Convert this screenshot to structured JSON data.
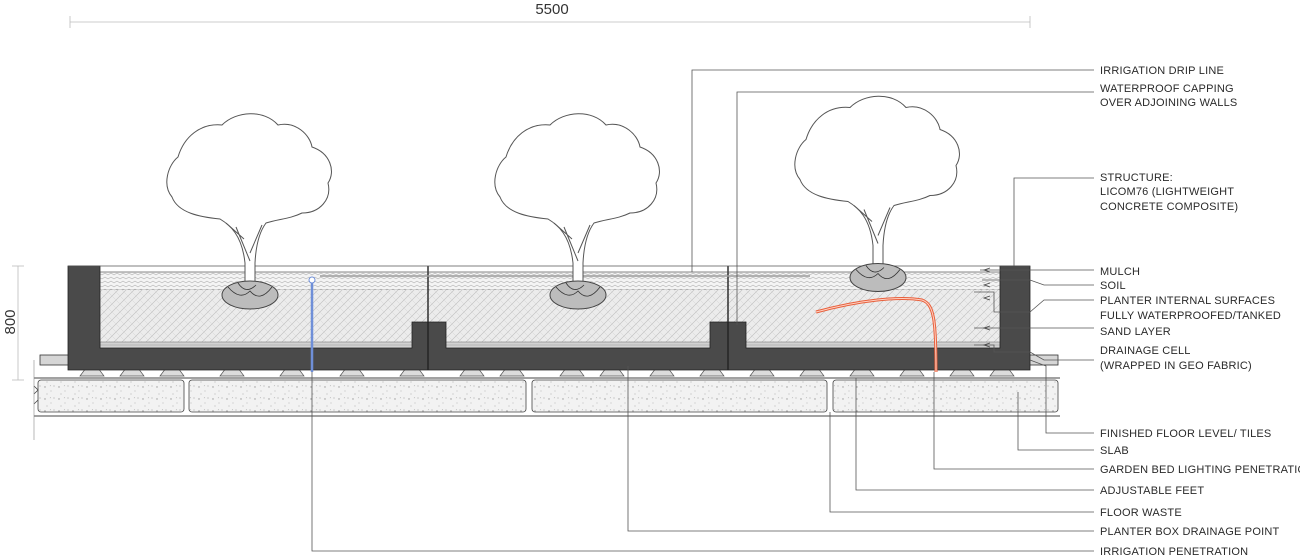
{
  "dimensions": {
    "width_label": "5500",
    "height_label": "800"
  },
  "callouts": [
    {
      "id": "irrigation-drip-line",
      "lines": [
        "IRRIGATION DRIP LINE"
      ]
    },
    {
      "id": "waterproof-capping",
      "lines": [
        "WATERPROOF CAPPING",
        "OVER ADJOINING WALLS"
      ]
    },
    {
      "id": "structure",
      "lines": [
        "STRUCTURE:",
        "LICOM76 (LIGHTWEIGHT",
        "CONCRETE COMPOSITE)"
      ]
    },
    {
      "id": "mulch",
      "lines": [
        "MULCH"
      ]
    },
    {
      "id": "soil",
      "lines": [
        "SOIL"
      ]
    },
    {
      "id": "planter-internal-surfaces",
      "lines": [
        "PLANTER INTERNAL SURFACES",
        "FULLY WATERPROOFED/TANKED"
      ]
    },
    {
      "id": "sand-layer",
      "lines": [
        "SAND LAYER"
      ]
    },
    {
      "id": "drainage-cell",
      "lines": [
        "DRAINAGE CELL",
        "(WRAPPED IN GEO FABRIC)"
      ]
    },
    {
      "id": "finished-floor-level",
      "lines": [
        "FINISHED FLOOR LEVEL/ TILES"
      ]
    },
    {
      "id": "slab",
      "lines": [
        "SLAB"
      ]
    },
    {
      "id": "garden-bed-lighting",
      "lines": [
        "GARDEN BED LIGHTING PENETRATION"
      ]
    },
    {
      "id": "adjustable-feet",
      "lines": [
        "ADJUSTABLE FEET"
      ]
    },
    {
      "id": "floor-waste",
      "lines": [
        "FLOOR WASTE"
      ]
    },
    {
      "id": "planter-box-drainage-point",
      "lines": [
        "PLANTER BOX DRAINAGE POINT"
      ]
    },
    {
      "id": "irrigation-penetration",
      "lines": [
        "IRRIGATION PENETRATION"
      ]
    }
  ],
  "colors": {
    "wall": "#4a4a4a",
    "lighting_conduit": "#e8603c",
    "irrigation_pipe": "#6f8fd8",
    "soil_fill": "#e9e9e9",
    "slab_fill": "#f2f2f2"
  }
}
